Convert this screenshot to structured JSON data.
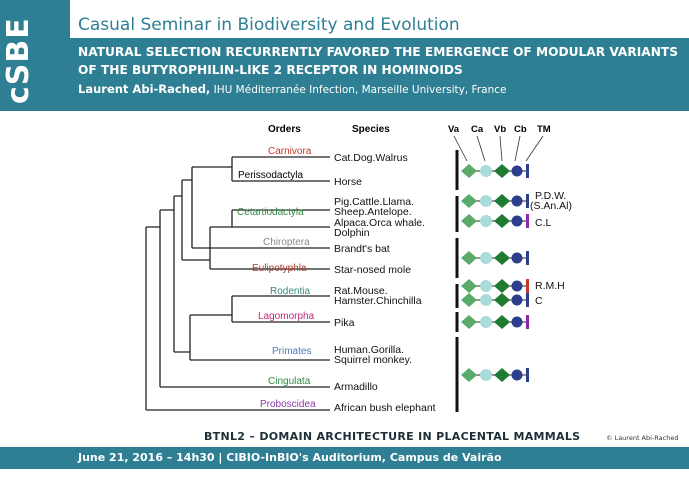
{
  "header": {
    "logo_text": "cSBE",
    "seminar_title": "Casual Seminar in Biodiversity and Evolution",
    "talk_title": "NATURAL SELECTION RECURRENTLY FAVORED THE EMERGENCE OF MODULAR VARIANTS OF THE BUTYROPHILIN-LIKE 2 RECEPTOR IN HOMINOIDS",
    "author": "Laurent Abi-Rached,",
    "affiliation": "IHU Méditerranée Infection, Marseille University, France"
  },
  "diagram": {
    "headers": {
      "orders": "Orders",
      "species": "Species"
    },
    "domains": [
      "Va",
      "Ca",
      "Vb",
      "Cb",
      "TM"
    ],
    "orders": [
      {
        "name": "Carnivora",
        "color": "#c0392b"
      },
      {
        "name": "Perissodactyla",
        "color": "#000000"
      },
      {
        "name": "Cetartiodactyla",
        "color": "#2e8b3e"
      },
      {
        "name": "Chiroptera",
        "color": "#8a8a8a"
      },
      {
        "name": "Eulipotyphla",
        "color": "#b03a2e"
      },
      {
        "name": "Rodentia",
        "color": "#3a8a7a"
      },
      {
        "name": "Lagomorpha",
        "color": "#c0287a"
      },
      {
        "name": "Primates",
        "color": "#4a7ab8"
      },
      {
        "name": "Cingulata",
        "color": "#2e8b3e"
      },
      {
        "name": "Proboscidea",
        "color": "#8a3aa8"
      }
    ],
    "species": [
      "Cat.Dog.Walrus",
      "Horse",
      "Pig.Cattle.Llama.",
      "Sheep.Antelope.",
      "Alpaca.Orca whale.",
      "Dolphin",
      "Brandt's bat",
      "Star-nosed mole",
      "Rat.Mouse.",
      "Hamster.Chinchilla",
      "Pika",
      "Human.Gorilla.",
      "Squirrel monkey.",
      "Armadillo",
      "African bush elephant"
    ],
    "variant_labels": {
      "pdw": "P.D.W.",
      "sanal": "(S.An.Al)",
      "cl": "C.L",
      "rmh": "R.M.H",
      "c": "C"
    },
    "colors": {
      "va": "#5aab6a",
      "ca": "#a8dcd8",
      "vb": "#1f7a32",
      "cb": "#2c3e8c",
      "tm_blue": "#2c3e8c",
      "tm_red": "#c0392b",
      "tm_purple": "#8a2aa8"
    },
    "caption": "BTNL2 – DOMAIN ARCHITECTURE IN PLACENTAL MAMMALS",
    "copyright": "© Laurent Abi-Rached"
  },
  "footer": {
    "text": "June 21, 2016 – 14h30 | CIBIO-InBIO's Auditorium,  Campus de Vairão"
  }
}
